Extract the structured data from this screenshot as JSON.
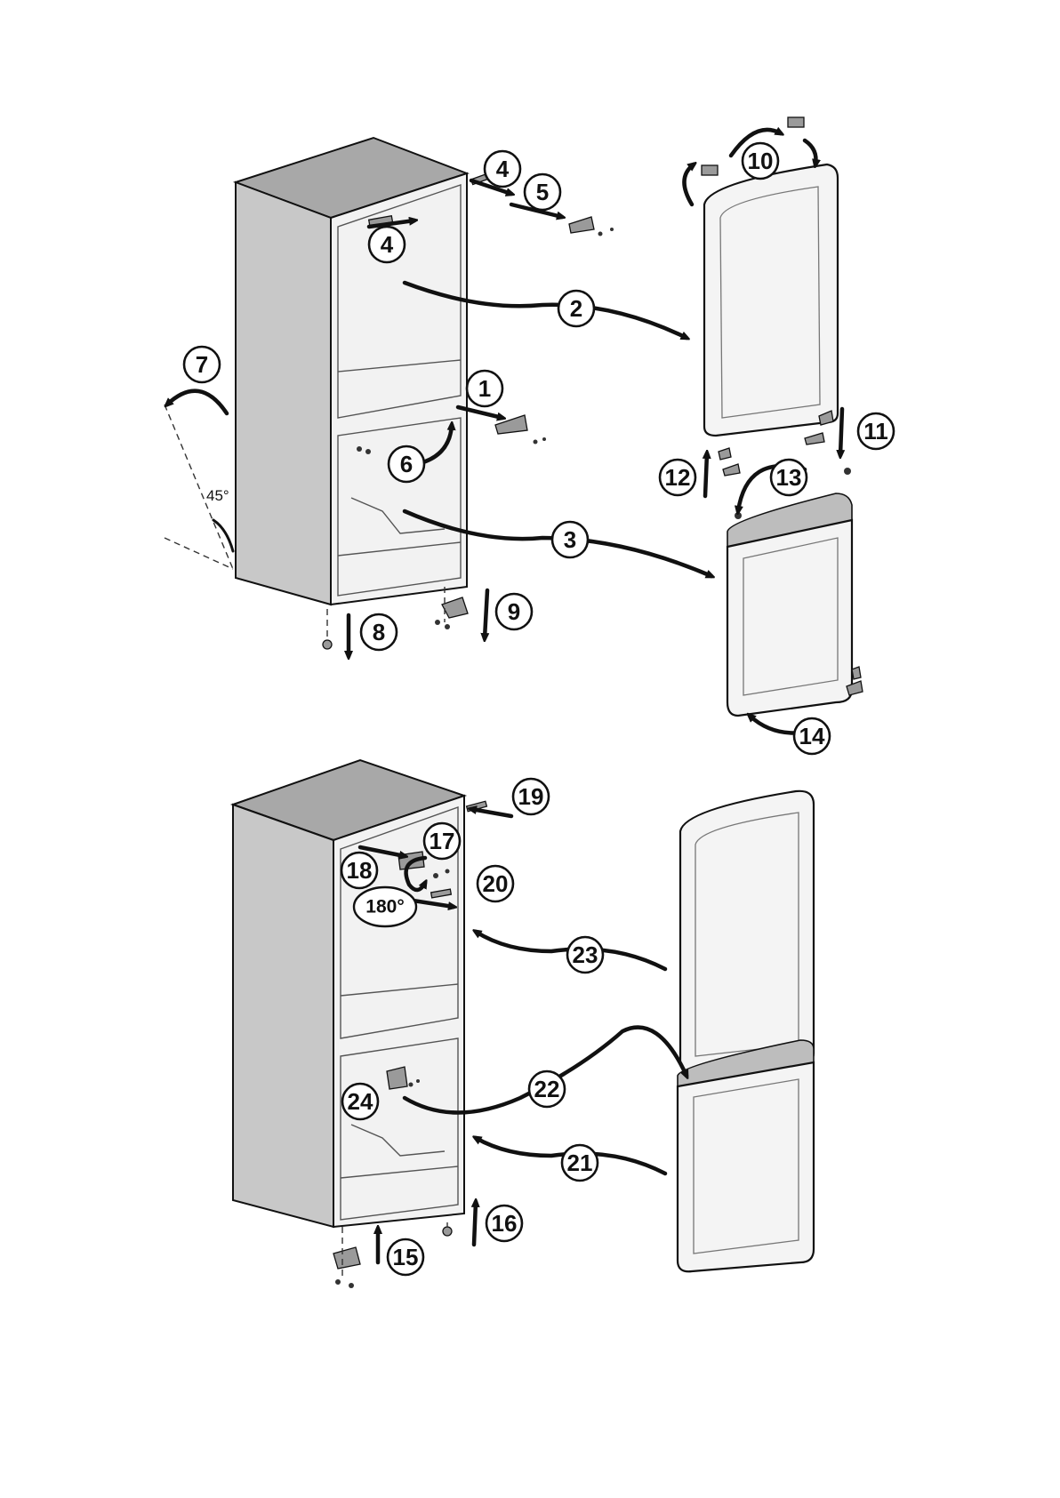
{
  "callouts": [
    "1",
    "2",
    "3",
    "4",
    "5",
    "6",
    "7",
    "8",
    "9",
    "10",
    "11",
    "12",
    "13",
    "14",
    "15",
    "16",
    "17",
    "18",
    "19",
    "20",
    "21",
    "22",
    "23",
    "24"
  ],
  "angle_label": "45°",
  "rotation_label": "180°"
}
